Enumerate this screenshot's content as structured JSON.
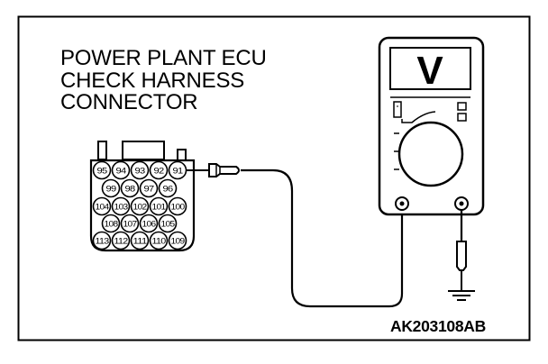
{
  "title_lines": [
    "POWER PLANT ECU",
    "CHECK HARNESS",
    "CONNECTOR"
  ],
  "figure_code": "AK203108AB",
  "meter_display_symbol": "V",
  "connector_pins": {
    "row1": [
      "95",
      "94",
      "93",
      "92",
      "91"
    ],
    "row2": [
      "99",
      "98",
      "97",
      "96"
    ],
    "row3": [
      "104",
      "103",
      "102",
      "101",
      "100"
    ],
    "row4": [
      "108",
      "107",
      "106",
      "105"
    ],
    "row5": [
      "113",
      "112",
      "111",
      "110",
      "109"
    ]
  },
  "probed_pin": "91",
  "icons": [
    "voltmeter-icon",
    "ground-symbol-icon",
    "test-probe-icon"
  ]
}
